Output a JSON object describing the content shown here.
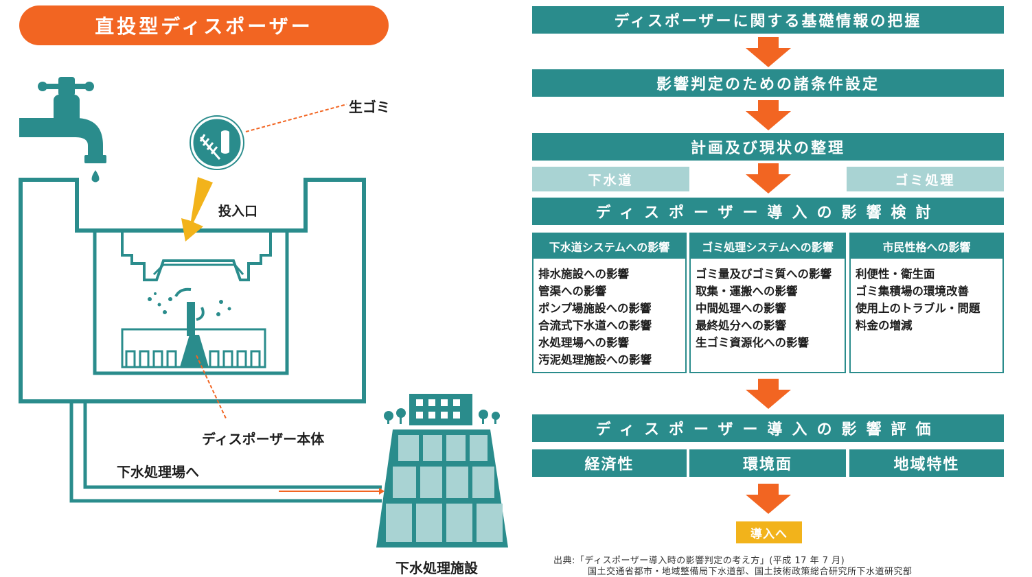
{
  "left": {
    "title": "直投型ディスポーザー",
    "label_garbage": "生ゴミ",
    "label_inlet": "投入口",
    "label_body": "ディスポーザー本体",
    "label_to_plant": "下水処理場へ",
    "label_facility": "下水処理施設"
  },
  "flow": {
    "step1": "ディスポーザーに関する基礎情報の把握",
    "step2": "影響判定のための諸条件設定",
    "step3": "計画及び現状の整理",
    "side_left": "下水道",
    "side_right": "ゴミ処理",
    "step4": "ディスポーザー導入の影響検討",
    "columns": [
      {
        "head": "下水道システムへの影響",
        "items": [
          "排水施設への影響",
          "管渠への影響",
          "ポンプ場施設への影響",
          "合流式下水道への影響",
          "水処理場への影響",
          "汚泥処理施設への影響"
        ]
      },
      {
        "head": "ゴミ処理システムへの影響",
        "items": [
          "ゴミ量及びゴミ質への影響",
          "取集・運搬への影響",
          "中間処理への影響",
          "最終処分への影響",
          "生ゴミ資源化への影響"
        ]
      },
      {
        "head": "市民性格への影響",
        "items": [
          "利便性・衛生面",
          "ゴミ集積場の環境改善",
          "使用上のトラブル・問題",
          "料金の増減"
        ]
      }
    ],
    "step5": "ディスポーザー導入の影響評価",
    "eval": [
      "経済性",
      "環境面",
      "地域特性"
    ],
    "final": "導入へ"
  },
  "source": {
    "line1": "出典:「ディスポーザー導入時の影響判定の考え方」(平成 17 年 7 月)",
    "line2": "国土交通省都市・地域整備局下水道部、国土技術政策総合研究所下水道研究部"
  },
  "colors": {
    "teal": "#2a8c8c",
    "orange": "#f26522",
    "light_teal": "#a9d3d3",
    "yellow": "#f2b31b"
  }
}
